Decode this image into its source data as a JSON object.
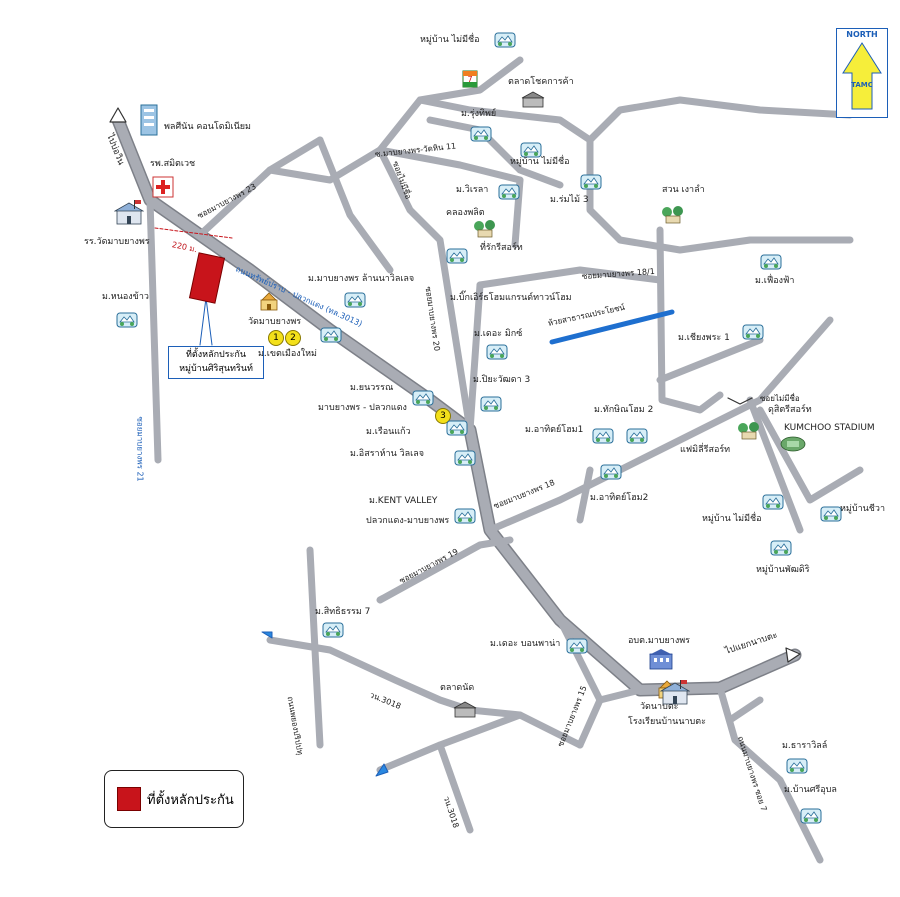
{
  "north_arrow": {
    "label": "NORTH",
    "sub": "TAMC"
  },
  "legend": {
    "label": "ที่ตั้งหลักประกัน",
    "swatch_color": "#c8141b"
  },
  "colors": {
    "road": "#a9acb4",
    "road_edge": "#7d8088",
    "canal": "#1e6fcf",
    "property": "#c8141b",
    "water_blue": "#1c5fb8"
  },
  "property_callout": {
    "line1": "ที่ตั้งหลักประกัน",
    "line2": "หมู่บ้านศิริสุนทรินท์"
  },
  "distance_label": "220 ม.",
  "arrows": {
    "to_top_left": "ไปบ่อวิน",
    "to_right": "ไปแยกนาบตะ"
  },
  "road_labels": {
    "main_road": "ถนนทรัพย์ปราบ - ปลวกแดง (ทล.3013)",
    "soi_23": "ซอยมาบยางพร 23",
    "soi_21": "ซอยมาบยางพร 21",
    "soi_20": "ซอยมาบยางพร 20",
    "soi_18": "ซอยมาบยางพร 18",
    "soi_19": "ซอยมาบยางพร 19",
    "soi_18_1": "ซอยมาบยางพร 18/1",
    "soi_15": "ซอยมาบยางพร 15",
    "soi_7": "ถนนมาบยางพร ซอย 7",
    "soi_tree": "ซ.มาบยางพร-วัดหิน 11",
    "soi_no_name": "ซอยไม่มีชื่อ",
    "soi_no_name2": "ซอยไม่มีชื่อ",
    "route_3019a": "ถนนพยองปริปปทุ",
    "route_3018": "วน.3018",
    "route_3018b": "วน.3018",
    "canal": "ห้วยสาธารณประโยชน์"
  },
  "places": [
    {
      "id": "factory",
      "label": "พลศีนัน คอนโดมิเนียม",
      "icon": "building-icon"
    },
    {
      "id": "hospital",
      "label": "รพ.สมิตเวช",
      "icon": "hospital-icon"
    },
    {
      "id": "school1",
      "label": "รร.วัดมาบยางพร",
      "icon": "school-icon"
    },
    {
      "id": "m_nong_khao",
      "label": "ม.หนองข้าว",
      "icon": "house-icon"
    },
    {
      "id": "m_mabyang_lanna",
      "label": "ม.มาบยางพร ล้านนาวิลเลจ",
      "icon": "house-icon"
    },
    {
      "id": "wat_mabyang",
      "label": "วัดมาบยางพร",
      "icon": "temple-icon"
    },
    {
      "id": "m_baan_khet",
      "label": "ม.เขตเมืองใหม่",
      "icon": "house-icon"
    },
    {
      "id": "m_mabyang_ploek",
      "label": "ม.ยนวรรณ",
      "icon": "house-icon"
    },
    {
      "id": "m_mabyang_ploek2",
      "label": "มาบยางพร - ปลวกแดง",
      "icon": "house-icon"
    },
    {
      "id": "m_ruan_kaew",
      "label": "ม.เรือนแก้ว",
      "icon": "house-icon"
    },
    {
      "id": "m_sitrathan",
      "label": "ม.อิสราห์าน วิลเลจ",
      "icon": "house-icon"
    },
    {
      "id": "m_kent_valley",
      "label": "ม.KENT VALLEY",
      "icon": "house-icon"
    },
    {
      "id": "m_kent_valley2",
      "label": "ปลวกแดง-มาบยางพร",
      "icon": "house-icon"
    },
    {
      "id": "m_no_name_top",
      "label": "หมู่บ้าน ไม่มีชื่อ",
      "icon": "house-icon"
    },
    {
      "id": "seven_top",
      "label": "7-11",
      "icon": "seven-eleven-icon"
    },
    {
      "id": "market_top",
      "label": "ตลาดโชคการค้า",
      "icon": "market-icon"
    },
    {
      "id": "m_rungthip",
      "label": "ม.รุ่งทิพย์",
      "icon": "house-icon"
    },
    {
      "id": "m_no_name_mid",
      "label": "หมู่บ้าน ไม่มีชื่อ",
      "icon": "house-icon"
    },
    {
      "id": "m_wisela",
      "label": "ม.วิเรลา",
      "icon": "house-icon"
    },
    {
      "id": "m_rommai",
      "label": "ม.ร่มไม้ 3",
      "icon": "house-icon"
    },
    {
      "id": "khlong_phlit",
      "label": "คลองพลิต",
      "icon": "none"
    },
    {
      "id": "resort_top",
      "label": "ที่รักรีสอร์ท",
      "icon": "resort-icon"
    },
    {
      "id": "suan_ngoen",
      "label": "สวน เงาลำ",
      "icon": "resort-icon"
    },
    {
      "id": "m_bigwood",
      "label": "ม.บิ๊กเอิร์ธโฮมแกรนด์ทาวน์โฮม",
      "icon": "house-icon"
    },
    {
      "id": "m_fang_fa",
      "label": "ม.เฟื่องฟ้า",
      "icon": "house-icon"
    },
    {
      "id": "m_the_mix",
      "label": "ม.เดอะ มิกซ์",
      "icon": "house-icon"
    },
    {
      "id": "m_pioneer",
      "label": "ม.ปิยะวัฒดา 3",
      "icon": "house-icon"
    },
    {
      "id": "m_chiang_phra",
      "label": "ม.เชียงพระ 1",
      "icon": "house-icon"
    },
    {
      "id": "m_tak_kin",
      "label": "ม.ทักษิณโฮม 2",
      "icon": "house-icon"
    },
    {
      "id": "m_anusith",
      "label": "ม.อาทิตย์โฮม1",
      "icon": "house-icon"
    },
    {
      "id": "m_anusith2",
      "label": "ม.อาทิตย์โฮม2",
      "icon": "house-icon"
    },
    {
      "id": "resort_right",
      "label": "ดุสิตรีสอร์ท",
      "icon": "resort-icon"
    },
    {
      "id": "resort_right2",
      "label": "แฟมิลี่รีสอร์ท",
      "icon": "resort-icon"
    },
    {
      "id": "kumchoo",
      "label": "KUMCHOO STADIUM",
      "icon": "stadium-icon"
    },
    {
      "id": "m_no_name_right",
      "label": "หมู่บ้าน ไม่มีชื่อ",
      "icon": "house-icon"
    },
    {
      "id": "m_chiwa",
      "label": "หมู่บ้านชีวา",
      "icon": "house-icon"
    },
    {
      "id": "m_phuttiri",
      "label": "หมู่บ้านพัฒดิริ",
      "icon": "house-icon"
    },
    {
      "id": "m_sithamma",
      "label": "ม.สิทธิธรรม 7",
      "icon": "house-icon"
    },
    {
      "id": "m_the_home",
      "label": "ม.เดอะ บอนพาน่า",
      "icon": "house-icon"
    },
    {
      "id": "obt",
      "label": "อบต.มาบยางพร",
      "icon": "office-icon"
    },
    {
      "id": "wat_nabta",
      "label": "วัดนาบตะ",
      "icon": "temple-icon"
    },
    {
      "id": "school_nabta",
      "label": "โรงเรียนบ้านนาบตะ",
      "icon": "school-icon"
    },
    {
      "id": "market_bottom",
      "label": "ตลาดนัด",
      "icon": "market-icon"
    },
    {
      "id": "m_thani",
      "label": "ม.ธาราวิลล์",
      "icon": "house-icon"
    },
    {
      "id": "m_sirinut",
      "label": "ม.บ้านศรีอุบล",
      "icon": "house-icon"
    }
  ],
  "badges": [
    "1",
    "2",
    "3"
  ]
}
